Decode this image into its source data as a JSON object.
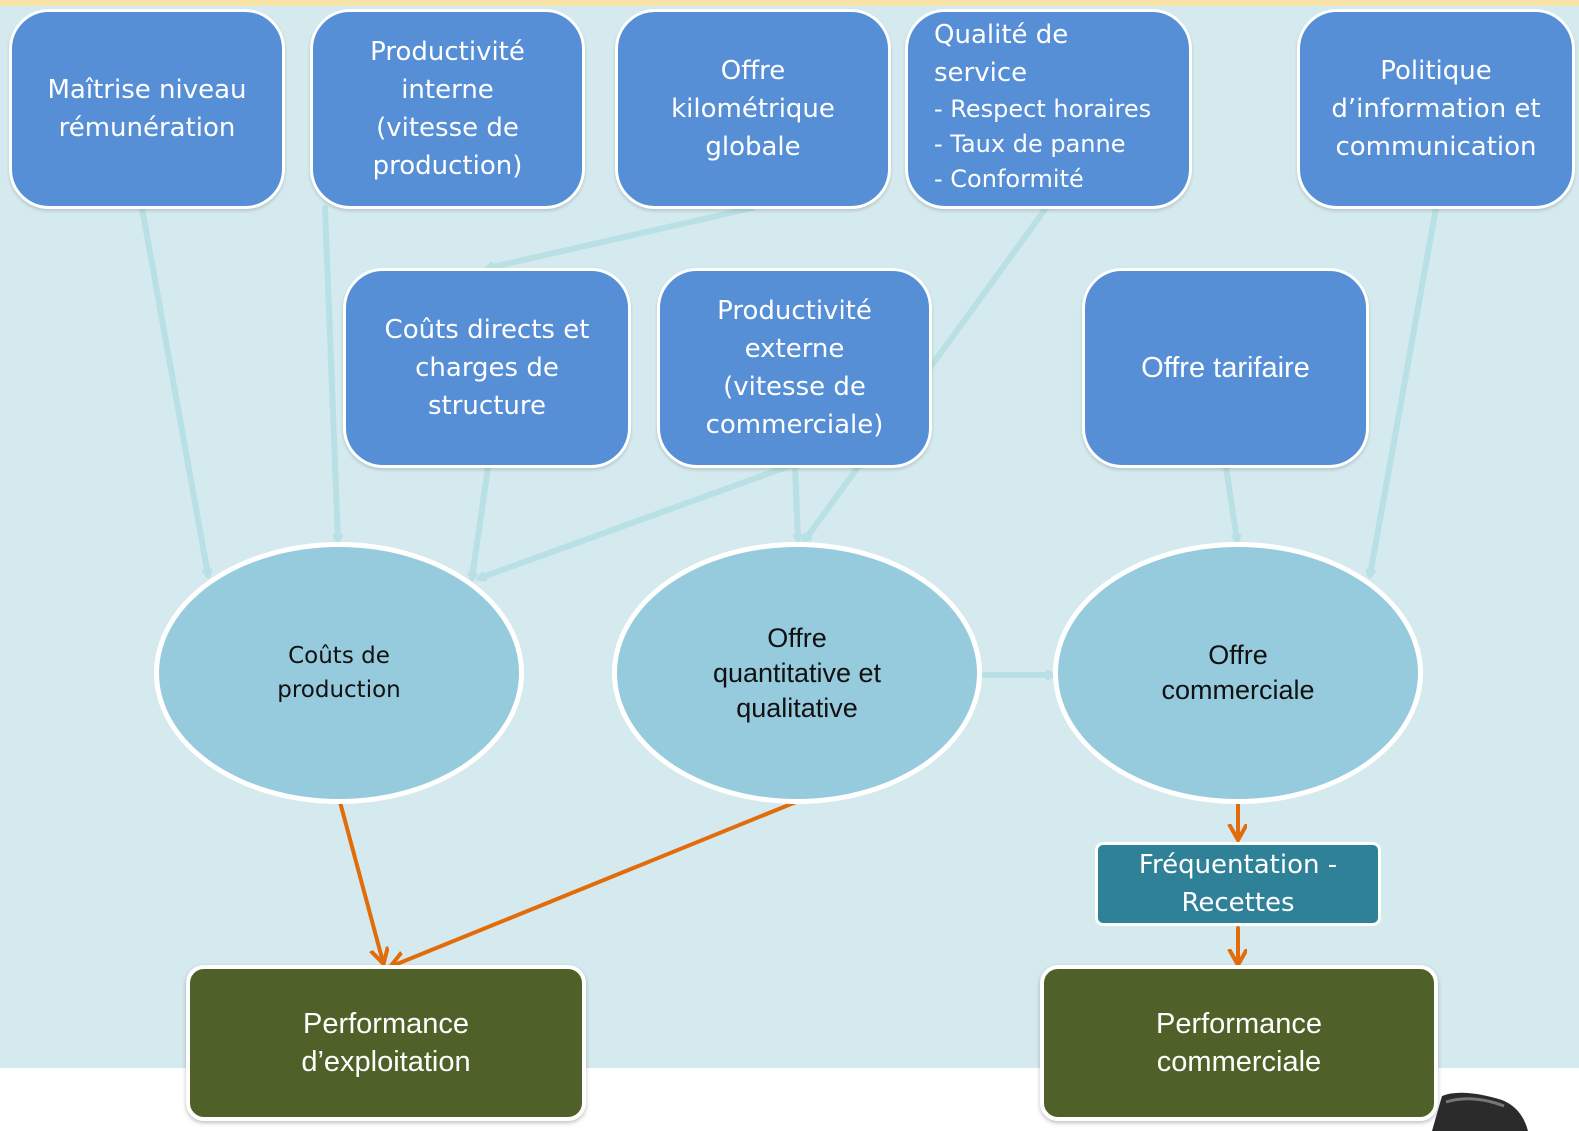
{
  "nodes": {
    "maitrise": "Maîtrise niveau\nrémunération",
    "productivite_interne": "Productivité\ninterne\n(vitesse de\nproduction)",
    "offre_km": "Offre\nkilométrique\nglobale",
    "qualite_title": "Qualité de\nservice",
    "qualite_items": [
      "- Respect horaires",
      "- Taux de panne",
      "- Conformité"
    ],
    "politique": "Politique\nd’information et\ncommunication",
    "couts_directs": "Coûts directs et\ncharges de\nstructure",
    "productivite_externe": "Productivité\nexterne\n(vitesse de\ncommerciale)",
    "offre_tarifaire": "Offre tarifaire",
    "couts_production": "Coûts de\nproduction",
    "offre_quanti": "Offre\nquantitative et\nqualitative",
    "offre_commerciale": "Offre\ncommerciale",
    "frequentation": "Fréquentation -\nRecettes",
    "perf_exploitation": "Performance\nd’exploitation",
    "perf_commerciale": "Performance\ncommerciale"
  },
  "colors": {
    "box_blue": "#568fd6",
    "ellipse_blue": "#96cadd",
    "teal": "#2f8198",
    "green": "#4f6128",
    "connector_light": "#b9e0e4",
    "connector_orange": "#e36c0a",
    "panel": "#d5eaee"
  }
}
